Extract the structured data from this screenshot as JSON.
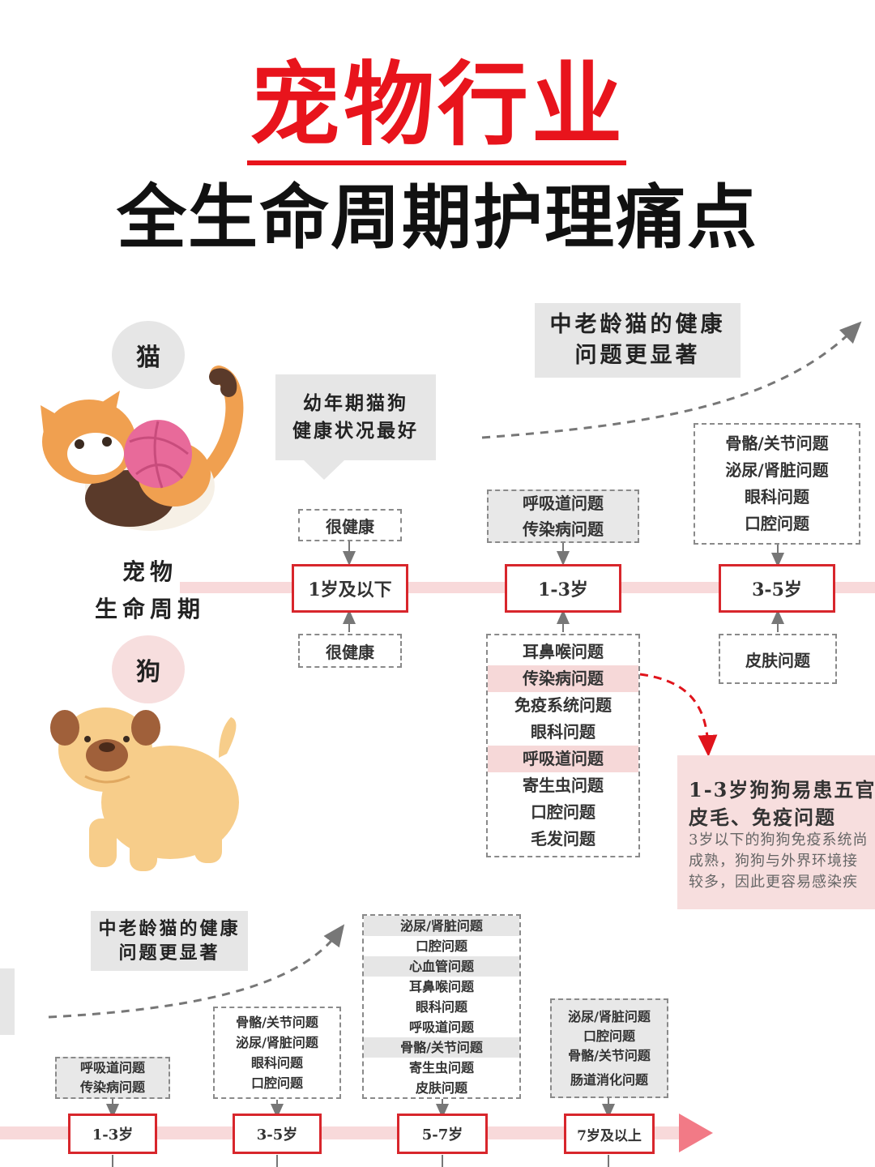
{
  "title": {
    "line1": "宠物行业",
    "line2": "全生命周期护理痛点"
  },
  "labels": {
    "cat": "猫",
    "dog": "狗",
    "lifecycle_1": "宠物",
    "lifecycle_2": "生命周期"
  },
  "cat_section": {
    "top_note": {
      "line1": "中老龄猫的健康",
      "line2": "问题更显著"
    },
    "young_note": {
      "line1": "幼年期猫狗",
      "line2": "健康状况最好"
    },
    "stages": [
      {
        "age": "1岁及以下",
        "cat_issues": [
          "很健康"
        ],
        "dog_issues": [
          "很健康"
        ]
      },
      {
        "age": "1-3岁",
        "cat_issues": [
          "呼吸道问题",
          "传染病问题"
        ],
        "dog_issues": [
          "耳鼻喉问题",
          "传染病问题",
          "免疫系统问题",
          "眼科问题",
          "呼吸道问题",
          "寄生虫问题",
          "口腔问题",
          "毛发问题"
        ]
      },
      {
        "age": "3-5岁",
        "cat_issues": [
          "骨骼/关节问题",
          "泌尿/肾脏问题",
          "眼科问题",
          "口腔问题"
        ],
        "dog_issues": [
          "皮肤问题"
        ]
      }
    ],
    "callout": {
      "title_line1": "1-3岁狗狗易患五官、",
      "title_line2": "皮毛、免疫问题",
      "body_line1": "3岁以下的狗狗免疫系统尚",
      "body_line2": "成熟，狗狗与外界环境接",
      "body_line3": "较多，因此更容易感染疾"
    }
  },
  "bottom_section": {
    "note": {
      "line1": "中老龄猫的健康",
      "line2": "问题更显著"
    },
    "stages": [
      {
        "age": "1-3岁",
        "issues": [
          "呼吸道问题",
          "传染病问题"
        ]
      },
      {
        "age": "3-5岁",
        "issues": [
          "骨骼/关节问题",
          "泌尿/肾脏问题",
          "眼科问题",
          "口腔问题"
        ]
      },
      {
        "age": "5-7岁",
        "issues": [
          "泌尿/肾脏问题",
          "口腔问题",
          "心血管问题",
          "耳鼻喉问题",
          "眼科问题",
          "呼吸道问题",
          "骨骼/关节问题",
          "寄生虫问题",
          "皮肤问题"
        ]
      },
      {
        "age": "7岁及以上",
        "issues": [
          "泌尿/肾脏问题",
          "口腔问题",
          "骨骼/关节问题",
          "肠道消化问题"
        ]
      }
    ]
  },
  "colors": {
    "accent_red": "#e8141c",
    "timeline_pink": "#f8d9da",
    "box_red": "#d8262c",
    "note_gray": "#e6e6e6"
  }
}
